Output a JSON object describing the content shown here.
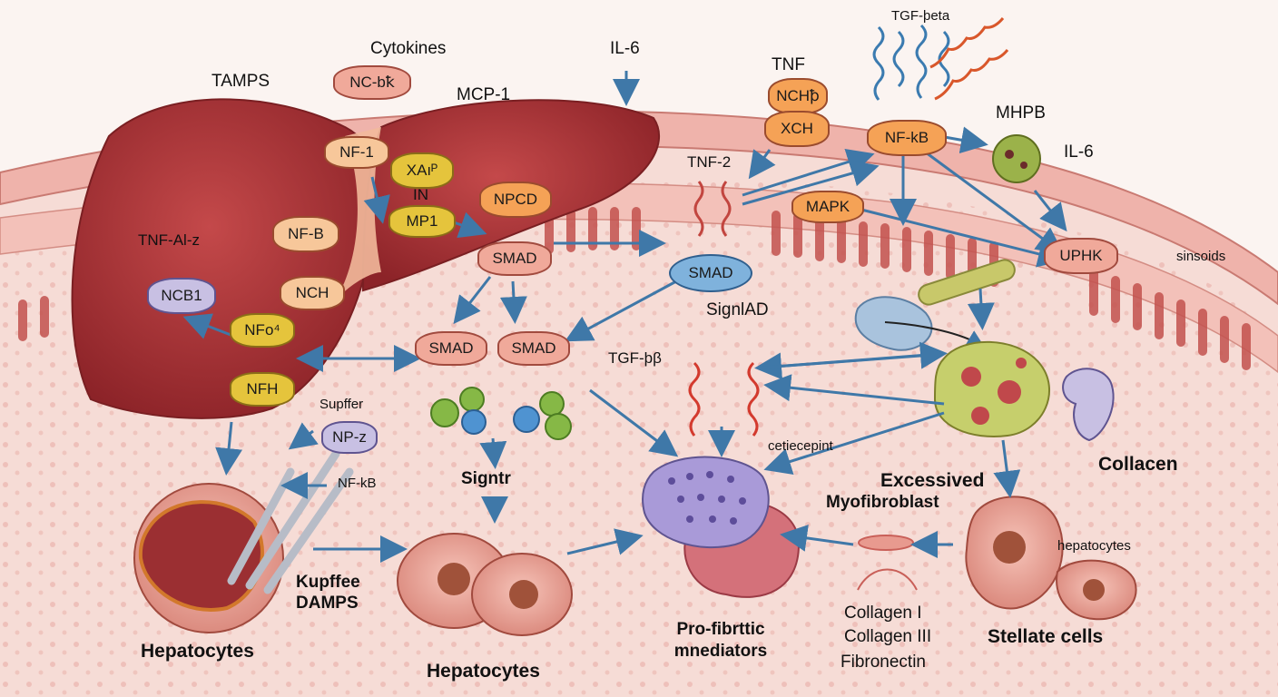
{
  "labels": {
    "tamps": "TAMPS",
    "cytokines": "Cytokines",
    "il6_top": "IL-6",
    "mcp1": "MCP-1",
    "tnf_top": "TNF",
    "tgf_beta_top": "TGF-þeta",
    "mhpb": "MHPB",
    "il6_right": "IL-6",
    "tnf_al_z": "TNF-Al-z",
    "tnf_2": "TNF-2",
    "signlad": "SignlAD",
    "sinsoids": "sinsoids",
    "tgf_bb": "TGF-þβ",
    "supffer": "Supffer",
    "nf_kb_mid": "NF-kB",
    "signtr": "Signtr",
    "cetiecepint": "cetiecepint",
    "collacen": "Collacen",
    "excessived": "Excessived",
    "myofibroblast": "Myofibroblast",
    "hepatocytes_small": "hepatocytes",
    "kupffee_line1": "Kupffee",
    "kupffee_line2": "DAMPS",
    "hepatocytes_left": "Hepatocytes",
    "hepatocytes_center": "Hepatocytes",
    "profib_line1": "Pro-fibrttic",
    "profib_line2": "mnediators",
    "collagen_i": "Collagen I",
    "collagen_iii": "Collagen III",
    "fibronectin": "Fibronectin",
    "stellate_cells": "Stellate cells"
  },
  "nodes": {
    "nc_bz": "NC-bꝁ",
    "nf_1": "NF-1",
    "xaip": "XAıᴾ",
    "in_": "IN",
    "mp1": "MP1",
    "npcd": "NPCD",
    "smad_liver": "SMAD",
    "nch_bo": "NCHꝥ",
    "xch": "XCH",
    "nf_kb_top": "NF-kB",
    "mapk": "MAPK",
    "smad_blue": "SMAD",
    "uphk": "UPHK",
    "ncb1": "NCB1",
    "nf_b": "NF-B",
    "nch": "NCH",
    "nfoz": "NFo⁴",
    "nfh": "NFH",
    "smad_left": "SMAD",
    "smad_right": "SMAD",
    "np_z": "NP-z"
  },
  "colors": {
    "liver": "#b63a39",
    "membrane": "#efb3ab",
    "arrow": "#3f78a8",
    "peach_node": "#f7c79a",
    "orange_node": "#f5a256",
    "smad_blue": "#7fb2dc",
    "yellow_node": "#e5c43c"
  }
}
